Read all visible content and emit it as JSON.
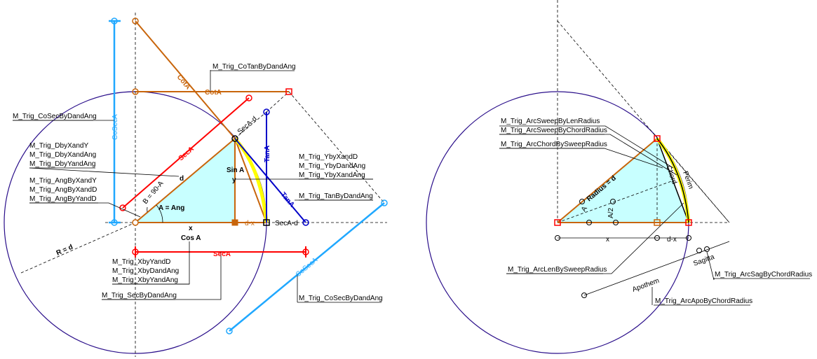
{
  "colors": {
    "construction": "#c8650b",
    "secant": "#ff0000",
    "tangent": "#0000c8",
    "cosecant": "#20a8ff",
    "arc": "#2a0e8a",
    "fill": "#c8ffff",
    "sagitta": "#ffff00"
  },
  "left": {
    "functions": {
      "cotan": "M_Trig_CoTanByDandAng",
      "cosec_top": "M_Trig_CoSecByDandAng",
      "d_by_xy": "M_Trig_DbyXandY",
      "d_by_xang": "M_Trig_DbyXandAng",
      "d_by_yang": "M_Trig_DbyYandAng",
      "ang_by_xy": "M_Trig_AngByXandY",
      "ang_by_yx": "M_Trig_AngByXandD",
      "ang_by_yd": "M_Trig_AngByYandD",
      "y_by_xd": "M_Trig_YbyXandD",
      "y_by_dang": "M_Trig_YbyDandAng",
      "y_by_xang": "M_Trig_YbyXandAng",
      "tan": "M_Trig_TanByDandAng",
      "x_by_yd": "M_Trig_XbyYandD",
      "x_by_dang": "M_Trig_XbyDandAng",
      "x_by_yang": "M_Trig_XbyYandAng",
      "sec": "M_Trig_SecByDandAng",
      "cosec_bottom": "M_Trig_CoSecByDandAng"
    },
    "labels": {
      "cota_diag": "CotA",
      "cota_h": "CotA",
      "seca_diag": "SecA",
      "seca_bottom": "SecA",
      "tana_v": "TanA",
      "tana_diag": "TanA",
      "cosec_v": "CoSecA",
      "cosec_diag": "CoSecA",
      "seca_minus_d_diag": "SecA-d",
      "seca_minus_d_h": "SecA-d",
      "d": "d",
      "b_angle": "B = 90-A",
      "a_angle": "A = Ang",
      "sin_a": "Sin A",
      "y": "y",
      "x": "x",
      "cos_a": "Cos A",
      "d_minus_x": "d-x",
      "r_eq_d": "R = d"
    }
  },
  "right": {
    "functions": {
      "sweep_len": "M_Trig_ArcSweepByLenRadius",
      "sweep_chord": "M_Trig_ArcSweepByChordRadius",
      "chord_sweep": "M_Trig_ArcChordBySweepRadius",
      "len_sweep": "M_Trig_ArcLenBySweepRadius",
      "sag_chord": "M_Trig_ArcSagByChordRadius",
      "apo_chord": "M_Trig_ArcApoByChordRadius"
    },
    "labels": {
      "radius": "Radius = d",
      "a": "A",
      "a_half": "A/2",
      "chord": "Chord",
      "perim": "Perim",
      "x": "x",
      "d_minus_x": "d-x",
      "sagitta": "Sagitta",
      "apothem": "Apothem"
    }
  }
}
